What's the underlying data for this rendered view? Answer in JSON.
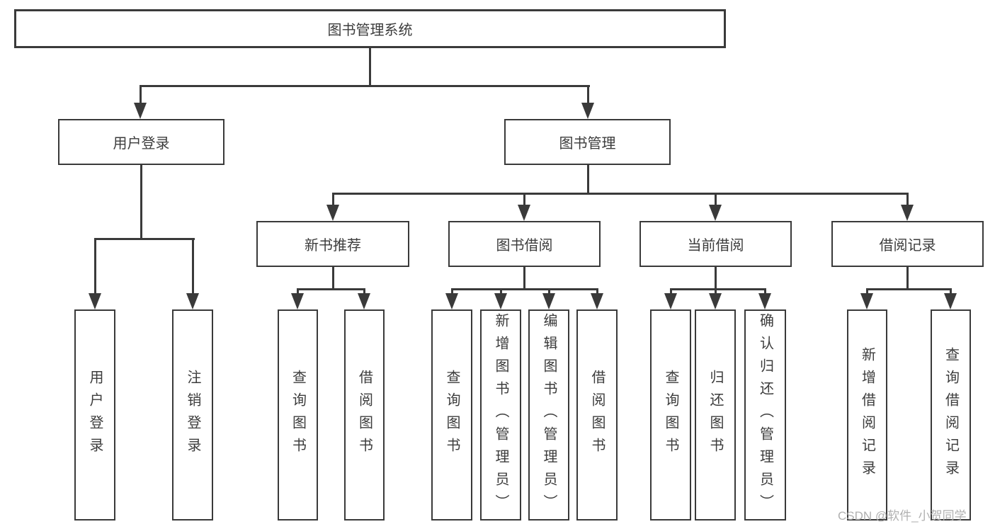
{
  "diagram": {
    "root": "图书管理系统",
    "branches": [
      {
        "label": "用户登录",
        "leaves": [
          "用户登录",
          "注销登录"
        ]
      },
      {
        "label": "图书管理",
        "children": [
          {
            "label": "新书推荐",
            "leaves": [
              "查询图书",
              "借阅图书"
            ]
          },
          {
            "label": "图书借阅",
            "leaves": [
              "查询图书",
              "新增图书（管理员）",
              "编辑图书（管理员）",
              "借阅图书"
            ]
          },
          {
            "label": "当前借阅",
            "leaves": [
              "查询图书",
              "归还图书",
              "确认归还（管理员）"
            ]
          },
          {
            "label": "借阅记录",
            "leaves": [
              "新增借阅记录",
              "查询借阅记录"
            ]
          }
        ]
      }
    ]
  },
  "watermark": {
    "text": "CSDN @软件_小贺同学"
  },
  "colors": {
    "line": "#3a3a3a",
    "text": "#3c3c3c",
    "watermark": "#b0b0b0",
    "background": "#ffffff",
    "box_fill": "#ffffff"
  }
}
